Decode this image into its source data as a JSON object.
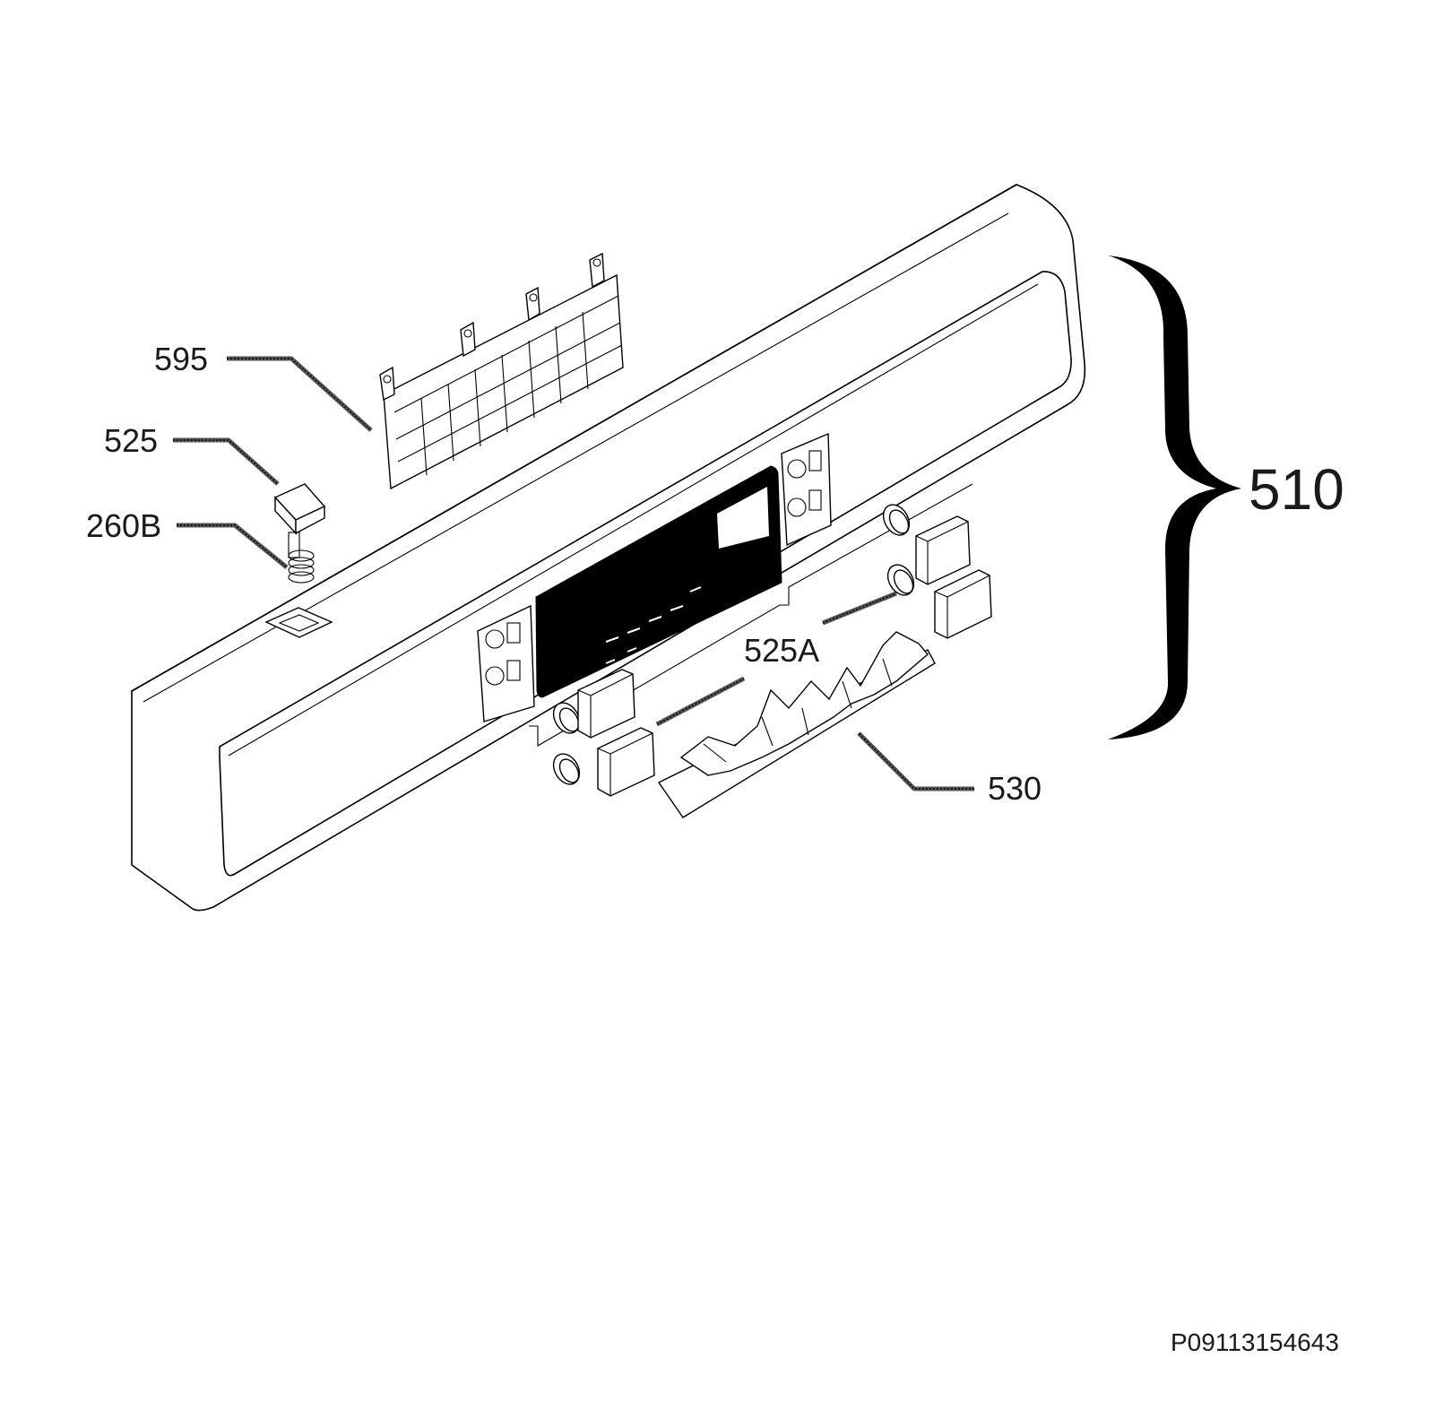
{
  "diagram": {
    "labels": {
      "part_595": "595",
      "part_525": "525",
      "part_260b": "260B",
      "part_525a": "525A",
      "part_530": "530",
      "assembly_510": "510"
    },
    "drawing_code": "P09113154643"
  }
}
